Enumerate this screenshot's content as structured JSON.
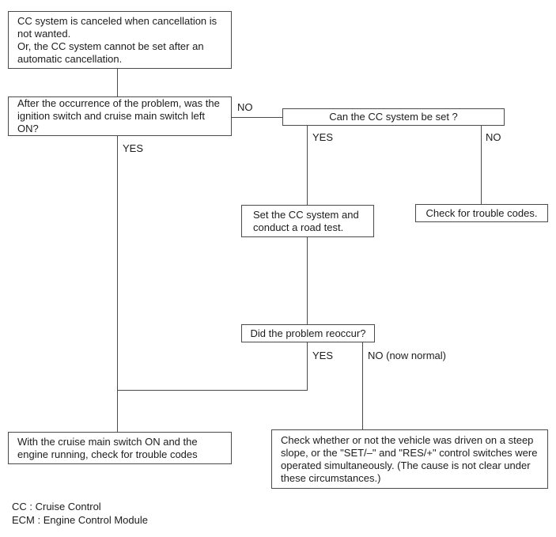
{
  "flowchart": {
    "nodes": {
      "problem": {
        "text": "CC system is canceled when cancellation is\nnot wanted.\nOr, the CC system cannot be set after an\nautomatic cancellation."
      },
      "q_ignition": {
        "text": "After the occurrence of the problem, was the\nignition switch and cruise main switch left\nON?"
      },
      "q_cc_set": {
        "text": "Can the CC system be set ?"
      },
      "set_road_test": {
        "text": "Set the CC system and\nconduct a road test."
      },
      "check_codes": {
        "text": "Check for trouble codes."
      },
      "q_reoccur": {
        "text": "Did the problem reoccur?"
      },
      "check_codes_running": {
        "text": "With the cruise main switch ON and the\nengine running, check for trouble codes"
      },
      "steep_slope": {
        "text": "Check whether or not the vehicle was driven on a steep\nslope, or the \"SET/–\" and \"RES/+\" control switches were\noperated simultaneously. (The cause is not clear under\nthese circumstances.)"
      }
    },
    "labels": {
      "ignition_no": "NO",
      "ignition_yes": "YES",
      "cc_set_yes": "YES",
      "cc_set_no": "NO",
      "reoccur_yes": "YES",
      "reoccur_no": "NO (now normal)"
    },
    "legend": {
      "cc": "CC : Cruise Control",
      "ecm": "ECM : Engine Control Module"
    },
    "colors": {
      "background": "#ffffff",
      "border": "#4a4a4a",
      "line": "#4a4a4a",
      "text": "#1c1c1c"
    }
  }
}
